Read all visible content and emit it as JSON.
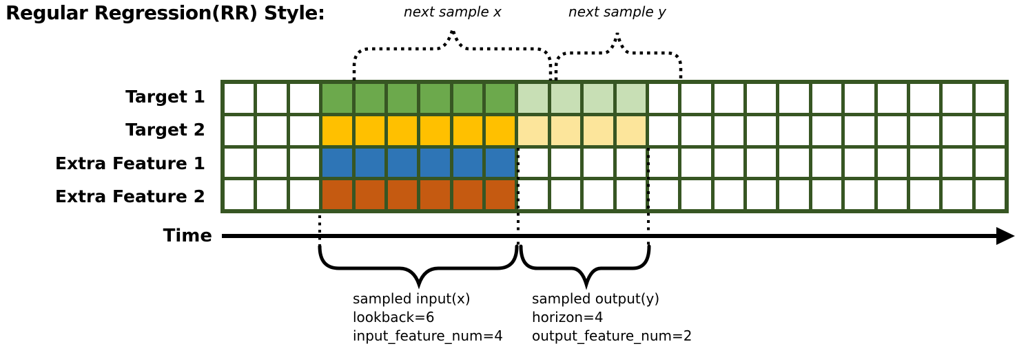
{
  "title": "Regular Regression(RR) Style:",
  "colors": {
    "cell_border": "#375623",
    "white": "#FFFFFF",
    "green": "#6CA94C",
    "light_green": "#C8DFB5",
    "gold": "#FFC000",
    "light_gold": "#FCE59B",
    "blue": "#2E75B6",
    "orange": "#C55A11",
    "ink": "#000000"
  },
  "grid": {
    "columns": 24,
    "rows": [
      {
        "label": "Target 1",
        "segments": [
          {
            "count": 3,
            "color": "white"
          },
          {
            "count": 6,
            "color": "green"
          },
          {
            "count": 4,
            "color": "light_green"
          },
          {
            "count": 11,
            "color": "white"
          }
        ]
      },
      {
        "label": "Target 2",
        "segments": [
          {
            "count": 3,
            "color": "white"
          },
          {
            "count": 6,
            "color": "gold"
          },
          {
            "count": 4,
            "color": "light_gold"
          },
          {
            "count": 11,
            "color": "white"
          }
        ]
      },
      {
        "label": "Extra Feature 1",
        "segments": [
          {
            "count": 3,
            "color": "white"
          },
          {
            "count": 6,
            "color": "blue"
          },
          {
            "count": 15,
            "color": "white"
          }
        ]
      },
      {
        "label": "Extra Feature 2",
        "segments": [
          {
            "count": 3,
            "color": "white"
          },
          {
            "count": 6,
            "color": "orange"
          },
          {
            "count": 15,
            "color": "white"
          }
        ]
      }
    ]
  },
  "braces": {
    "next_sample_x": "next sample x",
    "next_sample_y": "next sample y"
  },
  "time": {
    "label": "Time"
  },
  "sampled_input": {
    "lines": [
      "sampled input(x)",
      "lookback=6",
      "input_feature_num=4"
    ]
  },
  "sampled_output": {
    "lines": [
      "sampled output(y)",
      "horizon=4",
      "output_feature_num=2"
    ]
  }
}
